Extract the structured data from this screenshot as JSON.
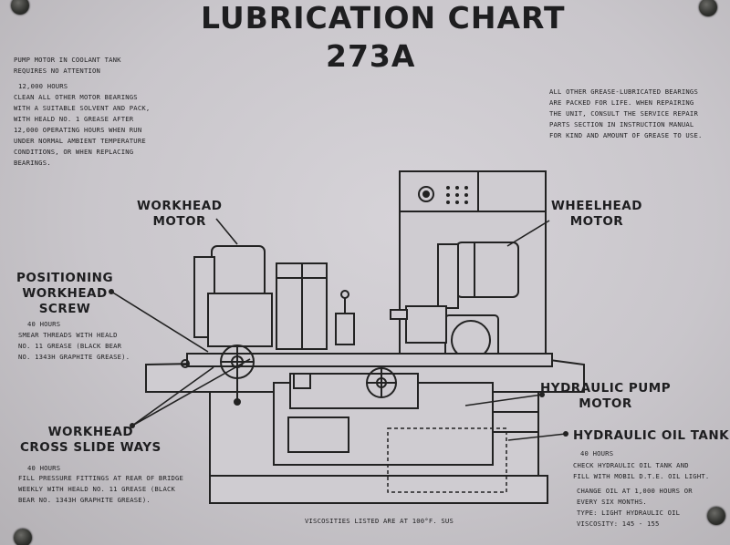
{
  "title": {
    "line1": "LUBRICATION CHART",
    "line2": "273A"
  },
  "notes": {
    "top_left": "PUMP MOTOR IN COOLANT TANK\nREQUIRES NO ATTENTION",
    "top_left_interval": "12,000 HOURS",
    "top_left_body": "CLEAN ALL OTHER MOTOR BEARINGS\nWITH A SUITABLE SOLVENT AND PACK,\nWITH HEALD NO. 1 GREASE AFTER\n12,000 OPERATING HOURS WHEN RUN\nUNDER NORMAL AMBIENT TEMPERATURE\nCONDITIONS, OR WHEN REPLACING\nBEARINGS.",
    "top_right": "ALL OTHER GREASE-LUBRICATED BEARINGS\nARE PACKED FOR LIFE. WHEN REPAIRING\nTHE UNIT, CONSULT THE SERVICE REPAIR\nPARTS SECTION IN INSTRUCTION MANUAL\nFOR KIND AND AMOUNT OF GREASE TO USE.",
    "positioning_interval": "40 HOURS",
    "positioning_body": "SMEAR THREADS WITH HEALD\nNO. 11 GREASE (BLACK BEAR\nNO. 1343H GRAPHITE GREASE).",
    "crossslide_interval": "40 HOURS",
    "crossslide_body": "FILL PRESSURE FITTINGS AT REAR OF BRIDGE\nWEEKLY WITH HEALD NO. 11 GREASE (BLACK\nBEAR NO. 1343H GRAPHITE GREASE).",
    "oiltank_interval": "40 HOURS",
    "oiltank_body1": "CHECK HYDRAULIC OIL TANK AND\nFILL WITH MOBIL D.T.E. OIL LIGHT.",
    "oiltank_body2": "CHANGE OIL AT 1,000 HOURS OR\nEVERY SIX MONTHS.\nTYPE: LIGHT HYDRAULIC OIL\nVISCOSITY: 145 - 155",
    "footer": "VISCOSITIES LISTED ARE AT 100°F. SUS"
  },
  "labels": {
    "workhead_motor": "WORKHEAD\nMOTOR",
    "wheelhead_motor": "WHEELHEAD\nMOTOR",
    "positioning": "POSITIONING\nWORKHEAD\nSCREW",
    "hydraulic_pump": "HYDRAULIC PUMP\nMOTOR",
    "hydraulic_tank": "HYDRAULIC OIL TANK",
    "cross_slide": "WORKHEAD\nCROSS SLIDE WAYS"
  },
  "colors": {
    "plate": "#cdcacf",
    "ink": "#1e1e20",
    "screw": "#2f302d"
  }
}
